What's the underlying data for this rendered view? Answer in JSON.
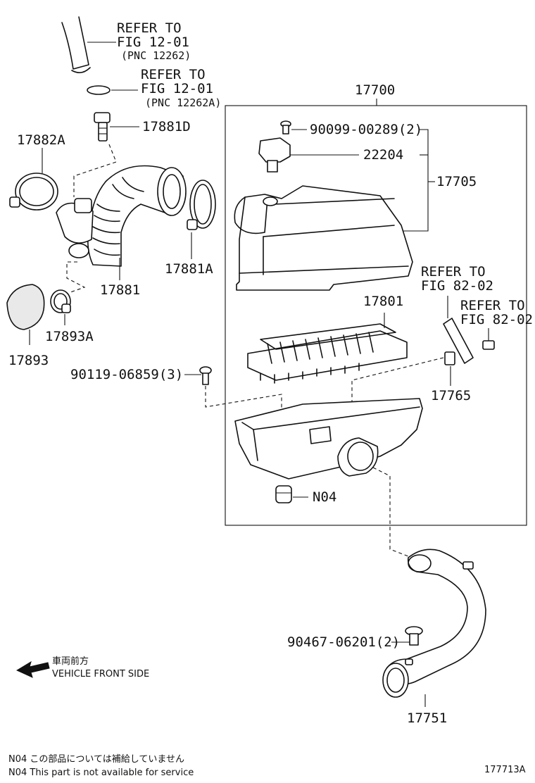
{
  "labels": {
    "refer_12262_a": "REFER TO",
    "refer_12262_b": "FIG 12-01",
    "refer_12262_c": "(PNC 12262)",
    "refer_12262a_a": "REFER TO",
    "refer_12262a_b": "FIG 12-01",
    "refer_12262a_c": "(PNC 12262A)",
    "p17700": "17700",
    "p17881d": "17881D",
    "p17882a": "17882A",
    "p90099": "90099-00289(2)",
    "p22204": "22204",
    "p17705": "17705",
    "p17881a": "17881A",
    "p17881": "17881",
    "p17893a": "17893A",
    "p17893": "17893",
    "refer_82_a1": "REFER TO",
    "refer_82_b1": "FIG 82-02",
    "refer_82_a2": "REFER TO",
    "refer_82_b2": "FIG 82-02",
    "p17801": "17801",
    "p90119": "90119-06859(3)",
    "p17765": "17765",
    "pN04": "N04",
    "p90467": "90467-06201(2)",
    "p17751": "17751"
  },
  "direction": {
    "jp": "車両前方",
    "en": "VEHICLE FRONT SIDE"
  },
  "footnotes": {
    "jp": "N04  この部品については補給していません",
    "en": "N04  This part is not available for service"
  },
  "figure_id": "177713A"
}
